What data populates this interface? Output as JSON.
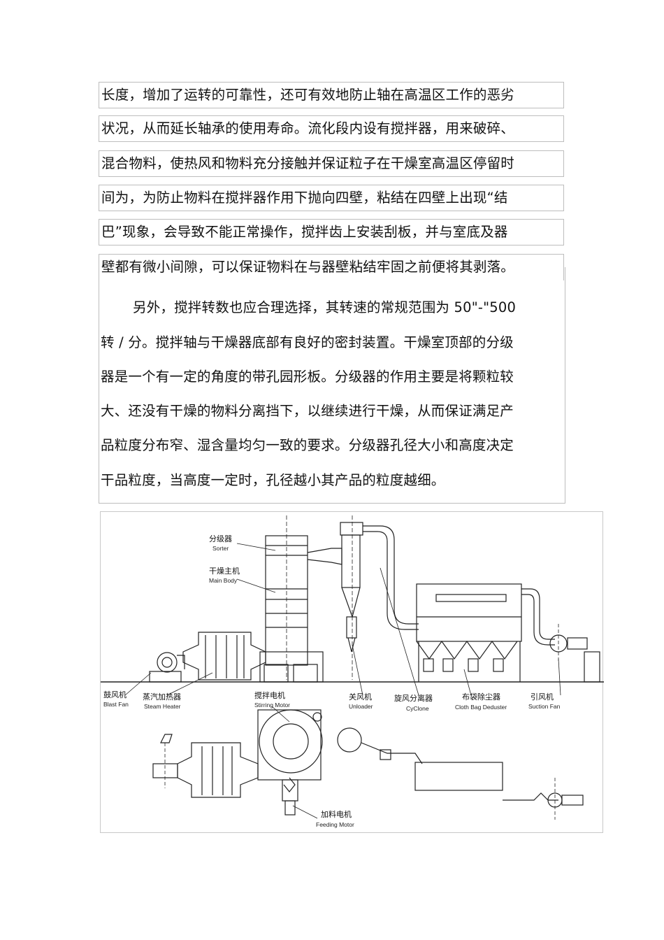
{
  "text_lines": [
    "长度，增加了运转的可靠性，还可有效地防止轴在高温区工作的恶劣",
    "状况，从而延长轴承的使用寿命。流化段内设有搅拌器，用来破碎、",
    "混合物料，使热风和物料充分接触并保证粒子在干燥室高温区停留时",
    "间为，为防止物料在搅拌器作用下抛向四壁，粘结在四壁上出现“结",
    "巴”现象，会导致不能正常操作，搅拌齿上安装刮板，并与室底及器",
    "壁都有微小间隙，可以保证物料在与器壁粘结牢固之前便将其剥落。"
  ],
  "paragraph2": [
    "另外，搅拌转数也应合理选择，其转速的常规范围为 50\"-\"500",
    "转 / 分。搅拌轴与干燥器底部有良好的密封装置。干燥室顶部的分级",
    "器是一个有一定的角度的带孔园形板。分级器的作用主要是将颗粒较",
    "大、还没有干燥的物料分离挡下，以继续进行干燥，从而保证满足产",
    "品粒度分布窄、湿含量均匀一致的要求。分级器孔径大小和高度决定",
    "干品粒度，当高度一定时，孔径越小其产品的粒度越细。"
  ],
  "figure": {
    "labels": {
      "sorter_cn": "分级器",
      "sorter_en": "Sorter",
      "mainbody_cn": "干燥主机",
      "mainbody_en": "Main Body",
      "blastfan_cn": "鼓风机",
      "blastfan_en": "Blast Fan",
      "steamheater_cn": "蒸汽加热器",
      "steamheater_en": "Steam Heater",
      "stirring_cn": "搅拌电机",
      "stirring_en": "Stirring Motor",
      "unloader_cn": "关风机",
      "unloader_en": "Unloader",
      "cyclone_cn": "旋风分离器",
      "cyclone_en": "CyClone",
      "clothbag_cn": "布袋除尘器",
      "clothbag_en": "Cloth Bag Deduster",
      "suction_cn": "引风机",
      "suction_en": "Suction Fan",
      "feeding_cn": "加料电机",
      "feeding_en": "Feeding Motor"
    }
  }
}
